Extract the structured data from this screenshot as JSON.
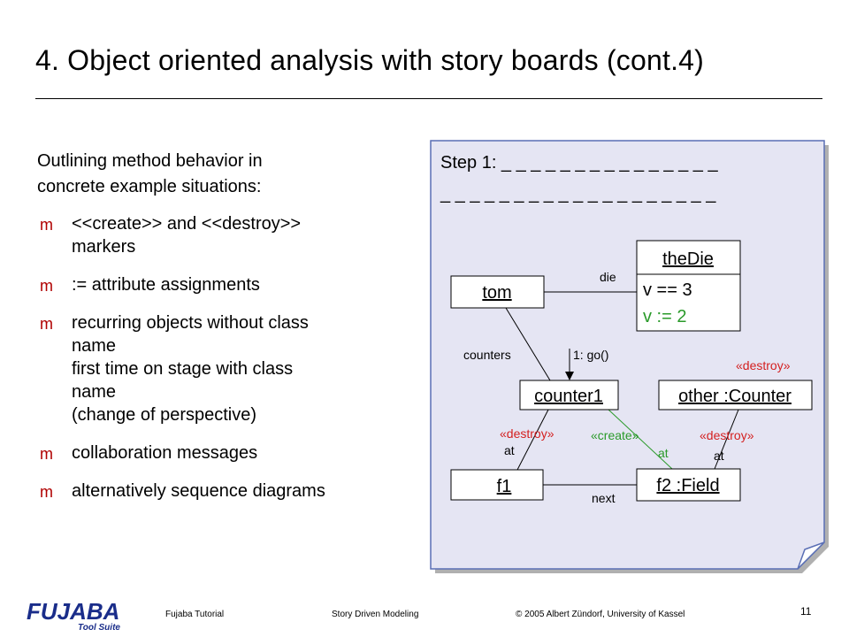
{
  "title": "4. Object oriented analysis with story boards (cont.4)",
  "intro": {
    "line1": "Outlining method behavior in",
    "line2": "concrete example situations:"
  },
  "bullets": [
    {
      "text": "<<create>> and <<destroy>>\nmarkers"
    },
    {
      "text": ":= attribute assignments"
    },
    {
      "text": "recurring objects without class\nname\nfirst time on stage with class\nname\n(change of perspective)"
    },
    {
      "text": "collaboration messages"
    },
    {
      "text": "alternatively sequence diagrams"
    }
  ],
  "bullet_marker": "m",
  "diagram": {
    "step_line1": "Step 1: _ _ _ _ _ _ _ _ _ _ _ _ _ _ _",
    "step_line2": "_ _ _ _ _ _ _ _ _ _ _ _ _ _ _ _ _ _ _",
    "objects": {
      "thedie": "theDie",
      "thedie_attr1": "v == 3",
      "thedie_attr2": "v := 2",
      "tom": "tom",
      "counter1": "counter1",
      "other": "other :Counter",
      "f1": "f1",
      "f2": "f2 :Field"
    },
    "labels": {
      "die": "die",
      "counters": "counters",
      "message": "1: go()",
      "destroy_other": "«destroy»",
      "destroy_c1f1": "«destroy»",
      "create": "«create»",
      "destroy_otherf2": "«destroy»",
      "at_left": "at",
      "at_mid": "at",
      "at_right": "at",
      "next": "next"
    },
    "colors": {
      "green": "#2a9a2a",
      "red": "#d42020",
      "note_fill": "#e5e5f3",
      "note_border": "#5a6fb5"
    }
  },
  "footer": {
    "logo_text": "FUJABA",
    "logo_sub": "Tool Suite",
    "left": "Fujaba Tutorial",
    "center": "Story Driven Modeling",
    "right": "© 2005 Albert Zündorf, University of Kassel",
    "page": "11"
  }
}
